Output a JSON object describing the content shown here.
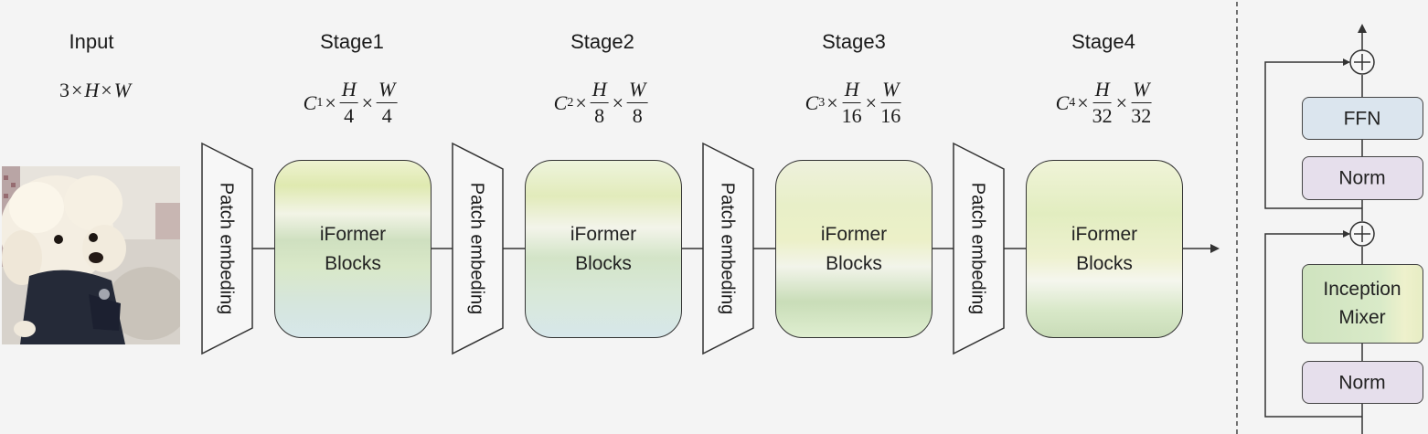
{
  "input": {
    "title": "Input",
    "dims": {
      "a": "3",
      "b": "H",
      "c": "W"
    }
  },
  "stages": [
    {
      "title": "Stage1",
      "c": "C",
      "sub": "1",
      "h_den": "4",
      "w_den": "4",
      "pe_label": "Patch embeding",
      "block_lines": [
        "iFormer",
        "Blocks"
      ]
    },
    {
      "title": "Stage2",
      "c": "C",
      "sub": "2",
      "h_den": "8",
      "w_den": "8",
      "pe_label": "Patch embeding",
      "block_lines": [
        "iFormer",
        "Blocks"
      ]
    },
    {
      "title": "Stage3",
      "c": "C",
      "sub": "3",
      "h_den": "16",
      "w_den": "16",
      "pe_label": "Patch embeding",
      "block_lines": [
        "iFormer",
        "Blocks"
      ]
    },
    {
      "title": "Stage4",
      "c": "C",
      "sub": "4",
      "h_den": "32",
      "w_den": "32",
      "pe_label": "Patch embeding",
      "block_lines": [
        "iFormer",
        "Blocks"
      ]
    }
  ],
  "frac_num": {
    "h": "H",
    "w": "W"
  },
  "block_detail": {
    "ffn": "FFN",
    "norm_top": "Norm",
    "mixer_lines": [
      "Inception",
      "Mixer"
    ],
    "norm_bottom": "Norm",
    "add_symbol": "+"
  },
  "colors": {
    "ffn_fill": "#dbe5ee",
    "norm_fill": "#e6dfec",
    "mixer_fill": "#d6e8c6",
    "line": "#333333"
  }
}
